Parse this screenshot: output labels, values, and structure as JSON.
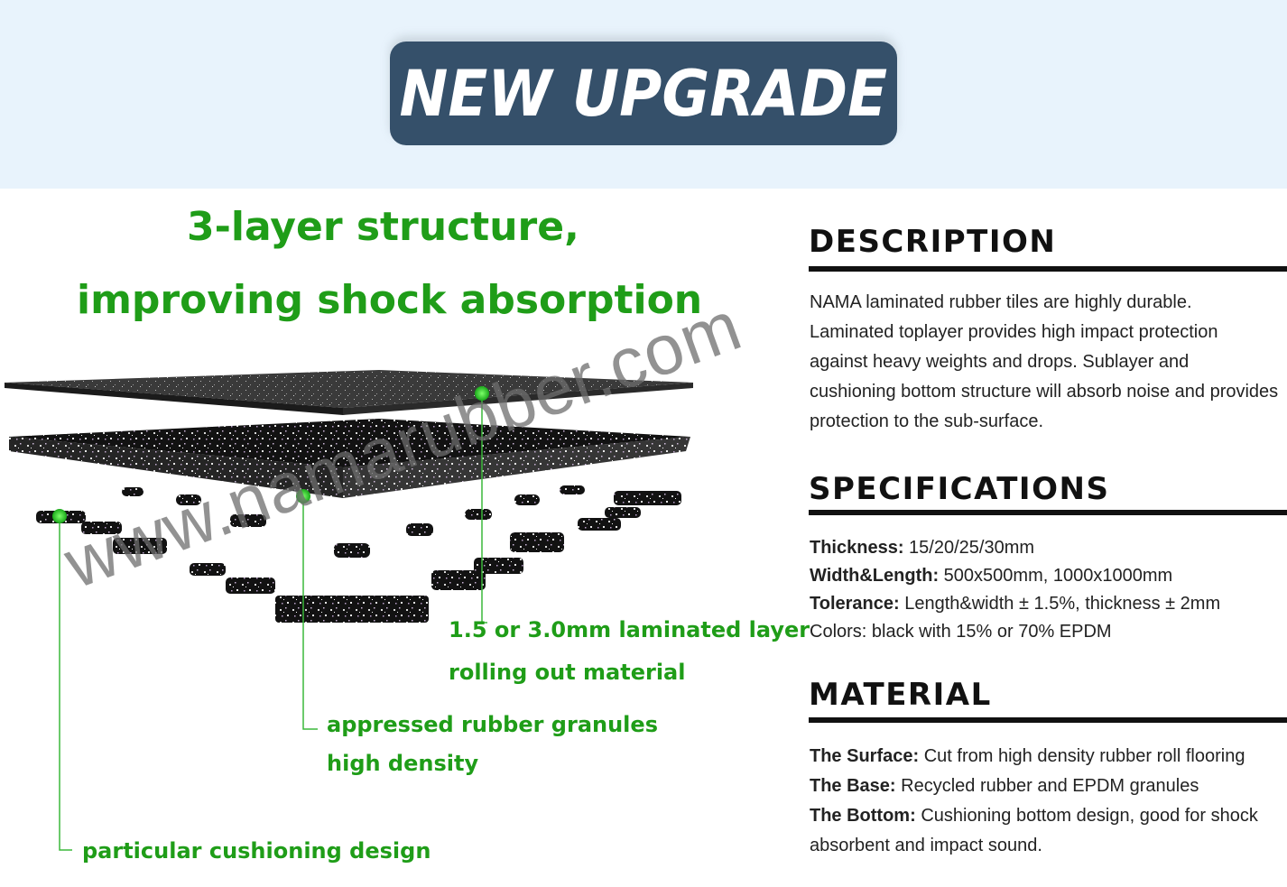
{
  "banner": {
    "title": "NEW UPGRADE"
  },
  "headline": {
    "line1": "3-layer structure,",
    "line2": "improving shock absorption"
  },
  "callouts": {
    "laminated": "1.5 or 3.0mm laminated layer",
    "rolling": "rolling out material",
    "granules": "appressed rubber granules",
    "density": "high density",
    "cushioning": "particular cushioning design"
  },
  "watermark": "www.namarubber.com",
  "description": {
    "title": "DESCRIPTION",
    "text": "NAMA laminated rubber tiles are highly durable. Laminated toplayer provides high impact protection against heavy weights and drops. Sublayer and cushioning bottom structure will absorb noise and provides protection to the sub-surface."
  },
  "specifications": {
    "title": "SPECIFICATIONS",
    "items": [
      {
        "label": "Thickness:",
        "value": " 15/20/25/30mm"
      },
      {
        "label": "Width&Length:",
        "value": " 500x500mm, 1000x1000mm"
      },
      {
        "label": "Tolerance:",
        "value": " Length&width ± 1.5%, thickness ± 2mm"
      },
      {
        "label": "",
        "value": "Colors: black with 15% or 70% EPDM"
      }
    ]
  },
  "material": {
    "title": "MATERIAL",
    "items": [
      {
        "label": "The Surface:",
        "value": " Cut from high density rubber roll flooring"
      },
      {
        "label": "The Base:",
        "value": " Recycled rubber and EPDM granules"
      },
      {
        "label": "The Bottom:",
        "value": " Cushioning bottom design, good for shock absorbent and impact sound."
      }
    ]
  },
  "colors": {
    "banner_bg": "#e8f3fc",
    "badge_bg": "#35506a",
    "accent_green": "#1f9d18",
    "text": "#222222"
  }
}
